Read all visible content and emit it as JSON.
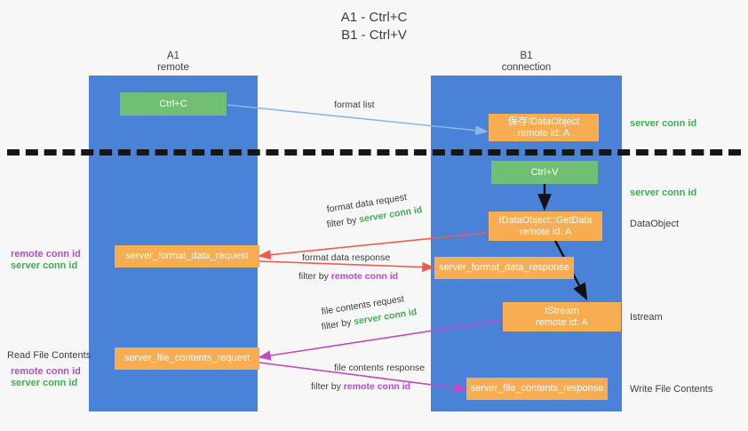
{
  "title": "A1 - Ctrl+C\nB1 - Ctrl+V",
  "colors": {
    "lane": "#4a82d8",
    "node_orange": "#f9ad52",
    "node_green": "#70bf73",
    "server_conn": "#3faf52",
    "remote_conn": "#b24fc8",
    "arrow_blue": "#8ab6e8",
    "arrow_red": "#ef5b4c",
    "arrow_magenta": "#c348c3",
    "arrow_black": "#111111",
    "background": "#f7f7f7"
  },
  "lanes": [
    {
      "name": "lane-a",
      "title": "A1\nremote"
    },
    {
      "name": "lane-b",
      "title": "B1\nconnection"
    }
  ],
  "nodes": {
    "ctrl_c": "Ctrl+C",
    "save_idataobject": "保存IDataObject\nremote id: A",
    "ctrl_v": "Ctrl+V",
    "getdata": "IDataObject::GetData\nremote id: A",
    "istream": "IStream\nremote id: A",
    "server_format_data_request": "server_format_data_request",
    "server_format_data_response": "server_format_data_response",
    "server_file_contents_request": "server_file_contents_request",
    "server_file_contents_response": "server_file_contents_response"
  },
  "edges": {
    "format_list": "format list",
    "format_data_request": "format data request",
    "format_data_request_filter_prefix": "filter by ",
    "format_data_request_filter_value": "server conn id",
    "format_data_response": "format data response",
    "format_data_response_filter_prefix": "filter by ",
    "format_data_response_filter_value": "remote conn id",
    "file_contents_request": "file contents request",
    "file_contents_request_filter_prefix": "filter by ",
    "file_contents_request_filter_value": "server conn id",
    "file_contents_response": "file contents response",
    "file_contents_response_filter_prefix": "filter by ",
    "file_contents_response_filter_value": "remote conn id"
  },
  "side_labels": {
    "right_server_conn_top": "server conn id",
    "right_server_conn_mid": "server conn id",
    "right_dataobject": "DataObject",
    "right_istream": "Istream",
    "right_write_file_contents": "Write File Contents",
    "left_remote_conn_mid": "remote conn id",
    "left_server_conn_mid": "server conn id",
    "left_read_file_contents": "Read File Contents",
    "left_remote_conn_bottom": "remote conn id",
    "left_server_conn_bottom": "server conn id"
  }
}
